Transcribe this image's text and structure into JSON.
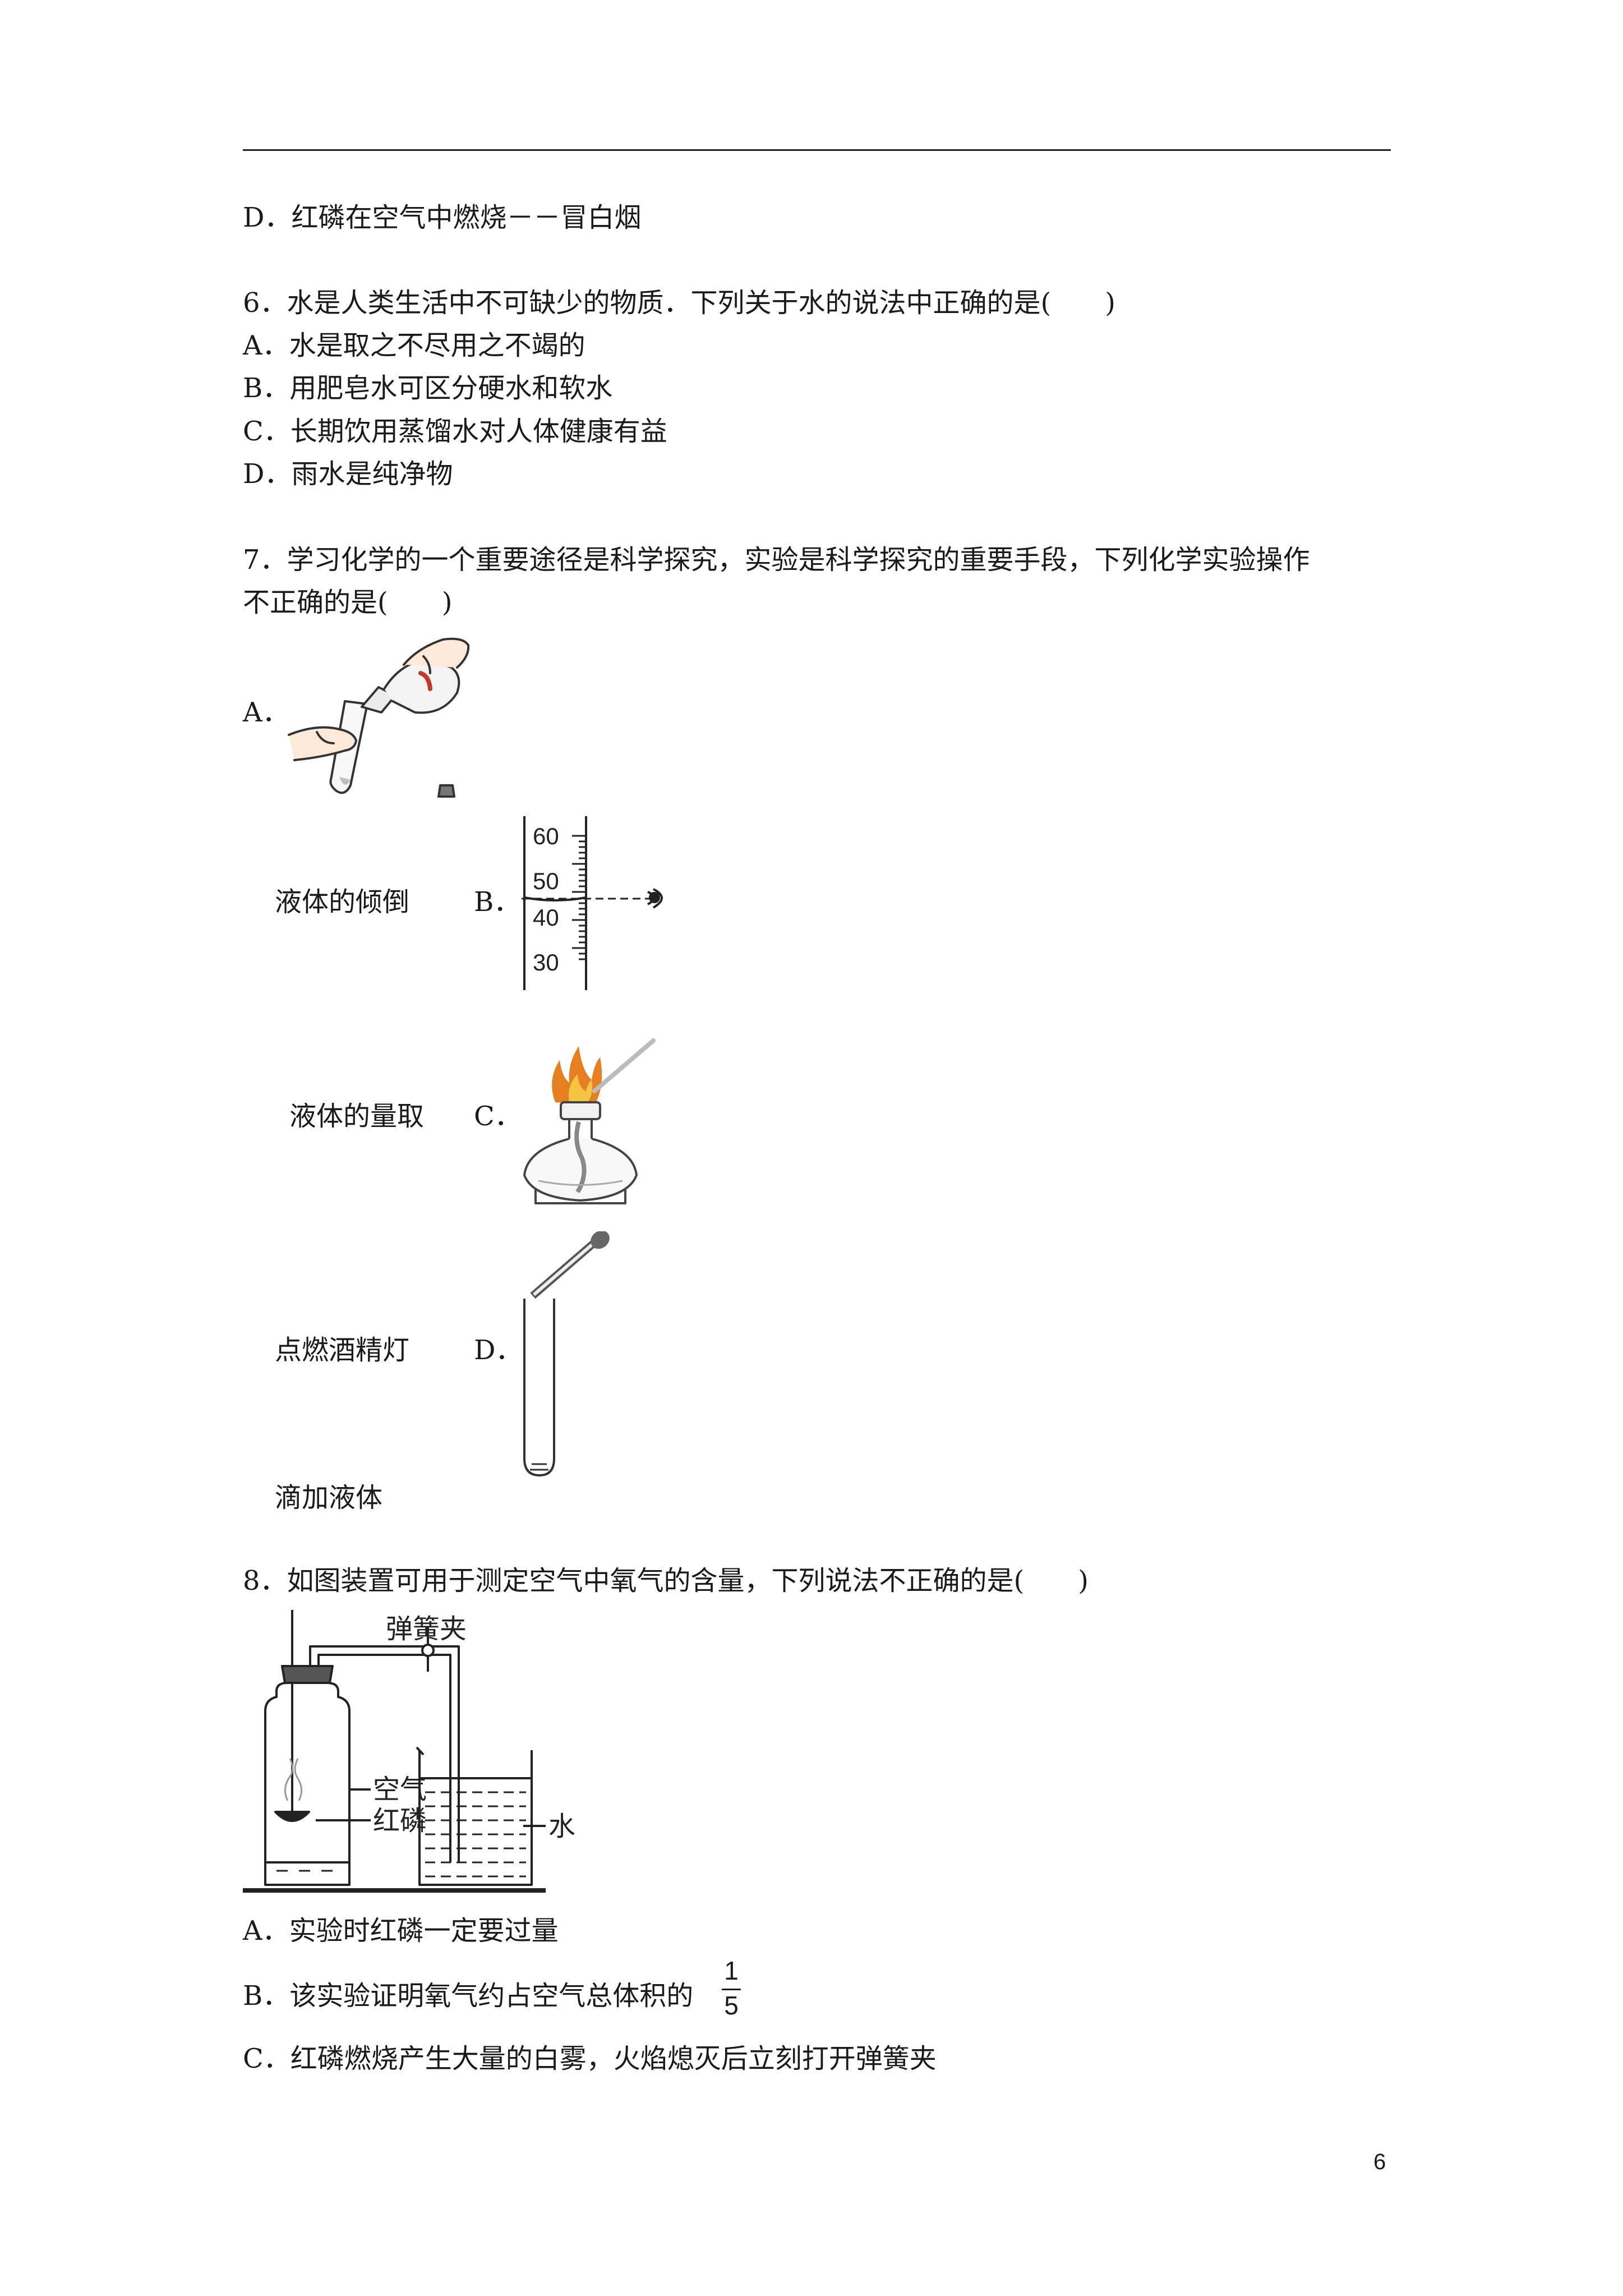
{
  "q5": {
    "option_d": "D．红磷在空气中燃烧－－冒白烟"
  },
  "q6": {
    "stem": "6．水是人类生活中不可缺少的物质．下列关于水的说法中正确的是(　　)",
    "options": [
      "A．水是取之不尽用之不竭的",
      "B．用肥皂水可区分硬水和软水",
      "C．长期饮用蒸馏水对人体健康有益",
      "D．雨水是纯净物"
    ]
  },
  "q7": {
    "stem_line1": "7．学习化学的一个重要途径是科学探究，实验是科学探究的重要手段，下列化学实验操作",
    "stem_line2": "不正确的是(　　)",
    "option_a_letter": "A．",
    "option_b_letter": "B．",
    "option_c_letter": "C．",
    "option_d_letter": "D．",
    "caption_a": "液体的倾倒",
    "caption_b": "液体的量取",
    "caption_c": "点燃酒精灯",
    "caption_d": "滴加液体",
    "cylinder_ticks": [
      "60",
      "50",
      "40",
      "30"
    ]
  },
  "q8": {
    "stem": "8．如图装置可用于测定空气中氧气的含量，下列说法不正确的是(　　)",
    "diagram_labels": {
      "clamp": "弹簧夹",
      "air": "空气",
      "phosphorus": "红磷",
      "water": "水"
    },
    "option_a": "A．实验时红磷一定要过量",
    "option_b": "B．该实验证明氧气约占空气总体积的",
    "option_b_frac_num": "1",
    "option_b_frac_den": "5",
    "option_c": "C．红磷燃烧产生大量的白雾，火焰熄灭后立刻打开弹簧夹"
  },
  "page_number": "6"
}
